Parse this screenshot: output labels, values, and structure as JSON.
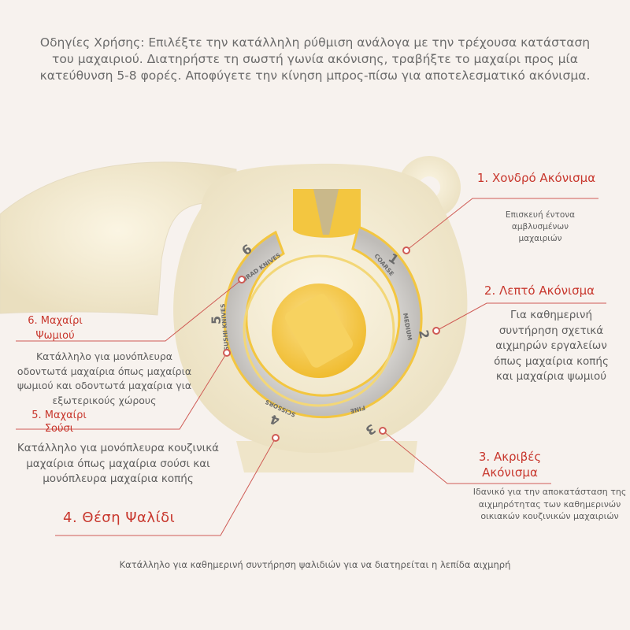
{
  "instructions": "Οδηγίες Χρήσης: Επιλέξτε την κατάλληλη ρύθμιση ανάλογα με την τρέχουσα κατάσταση του μαχαιριού. Διατηρήστε τη σωστή γωνία ακόνισης, τραβήξτε το μαχαίρι προς μία κατεύθυνση 5-8 φορές. Αποφύγετε την κίνηση μπρος-πίσω για αποτελεσματικό ακόνισμα.",
  "dial": {
    "positions": [
      {
        "number": "1",
        "name": "COARSE"
      },
      {
        "number": "2",
        "name": "MEDIUM"
      },
      {
        "number": "3",
        "name": "FINE"
      },
      {
        "number": "4",
        "name": "SCISSORS"
      },
      {
        "number": "5",
        "name": "SUSHI KNIVES"
      },
      {
        "number": "6",
        "name": "BRAD KNIVES"
      }
    ]
  },
  "callouts": [
    {
      "label": "1. Χονδρό Ακόνισμα",
      "description": "Επισκευή έντονα αμβλυσμένων μαχαιριών"
    },
    {
      "label": "2. Λεπτό Ακόνισμα",
      "description": "Για καθημερινή συντήρηση σχετικά αιχμηρών εργαλείων όπως μαχαίρια κοπής και μαχαίρια ψωμιού"
    },
    {
      "label": "3. Ακριβές Ακόνισμα",
      "description": "Ιδανικό για την αποκατάσταση της αιχμηρότητας των καθημερινών οικιακών κουζινικών μαχαιριών"
    },
    {
      "label": "4. Θέση Ψαλίδι",
      "description": "Κατάλληλο για καθημερινή συντήρηση ψαλιδιών για να διατηρείται η λεπίδα αιχμηρή"
    },
    {
      "label": "5. Μαχαίρι Σούσι",
      "description": "Κατάλληλο για μονόπλευρα κουζινικά μαχαίρια όπως μαχαίρια σούσι και μονόπλευρα μαχαίρια κοπής"
    },
    {
      "label": "6. Μαχαίρι Ψωμιού",
      "description": "Κατάλληλο για μονόπλευρα οδοντωτά μαχαίρια όπως μαχαίρια ψωμιού και οδοντωτά μαχαίρια για εξωτερικούς χώρους"
    }
  ],
  "colors": {
    "background": "#f7f2ee",
    "body": "#f3ead2",
    "accent_yellow": "#f3c640",
    "ring_gray": "#c9c7c4",
    "label_red": "#c8372d",
    "leader_line": "#cf5b55"
  }
}
